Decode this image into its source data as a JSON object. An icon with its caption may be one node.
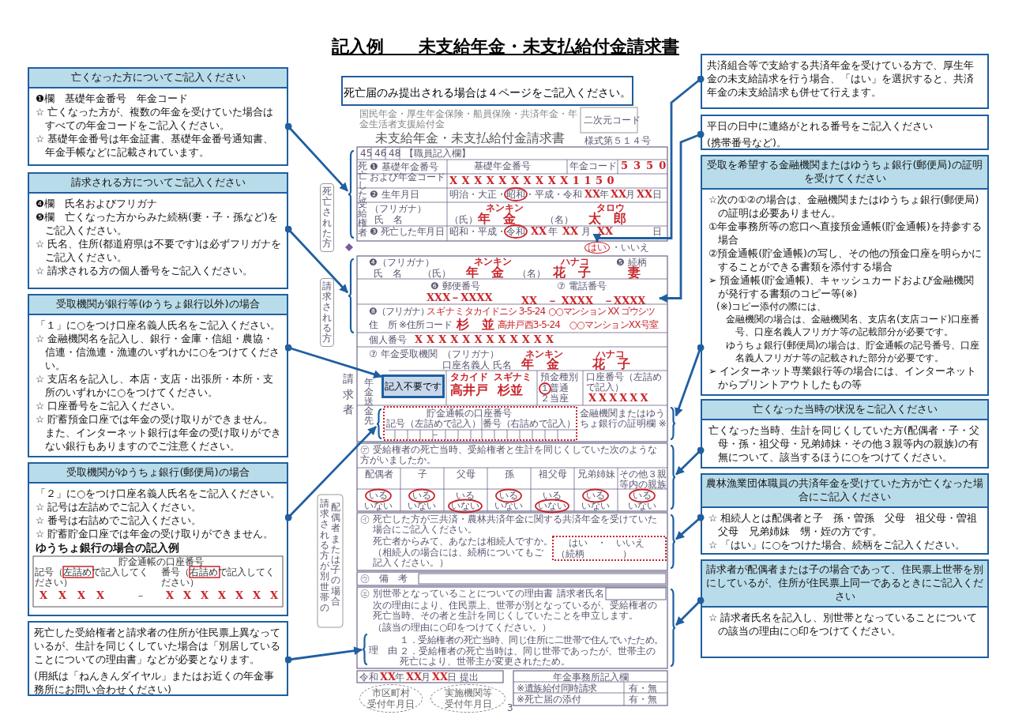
{
  "diagram": {
    "title": "記入例　　未支給年金・未支払給付金請求書",
    "nodes": [
      {
        "text": [
          "亡くなった方についてご記入ください",
          "❶欄　基礎年金番号　年金コード",
          "☆ 亡くなった方が、複数の年金を受けていた場合はすべての年金コードをご記入ください。",
          "☆ 基礎年金番号は年金証書、基礎年金番号通知書、年金手帳などに記載されています。"
        ]
      },
      {
        "text": [
          "請求される方についてご記入ください",
          "❹欄　氏名およびフリガナ",
          "❺欄　亡くなった方からみた続柄(妻・子・孫など)をご記入ください。",
          "☆ 氏名、住所(都道府県は不要です)は必ずフリガナをご記入ください。",
          "☆ 請求される方の個人番号をご記入ください。"
        ]
      },
      {
        "text": [
          "受取機関が銀行等(ゆうちょ銀行以外)の場合",
          "「１」に○をつけ口座名義人氏名をご記入ください。",
          "☆ 金融機関名を記入し、銀行・金庫・信組・農協・信連・信漁連・漁連のいずれかに○をつけてください。",
          "☆ 支店名を記入し、本店・支店・出張所・本所・支所のいずれかに○をつけてください。",
          "☆ 口座番号をご記入ください。",
          "☆ 貯蓄預金口座では年金の受け取りができません。また、インターネット銀行は年金の受け取りができない銀行もありますのでご注意ください。"
        ]
      },
      {
        "text": [
          "受取機関がゆうちょ銀行(郵便局)の場合",
          "「２」に○をつけ口座名義人氏名をご記入ください。",
          "☆ 記号は左詰めでご記入ください。",
          "☆ 番号は右詰めでご記入ください。",
          "☆ 貯蓄貯金口座では年金の受け取りができません。",
          "ゆうちょ銀行の場合の記入例"
        ]
      },
      {
        "text": [
          "死亡した受給権者と請求者の住所が住民票上異なっているが、生計を同じくしていた場合は「別居していることについての理由書」などが必要となります。",
          "(用紙は「ねんきんダイヤル」またはお近くの年金事務所にお問い合わせください)"
        ]
      },
      {
        "text": [
          "死亡届のみ提出される場合は４ページをご記入ください。"
        ]
      },
      {
        "text": [
          "共済組合等で支給する共済年金を受けている方で、厚生年金の未支給請求を行う場合、「はい」を選択すると、共済年金の未支給請求も併せて行えます。"
        ]
      },
      {
        "text": [
          "平日の日中に連絡がとれる番号をご記入ください",
          "(携帯番号など)。"
        ]
      },
      {
        "text": [
          "受取を希望する金融機関またはゆうちょ銀行(郵便局)の証明を受けてください",
          "☆次の①②の場合は、金融機関またはゆうちょ銀行(郵便局)の証明は必要ありません。",
          "①年金事務所等の窓口へ直接預金通帳(貯金通帳)を持参する場合",
          "②預金通帳(貯金通帳)の写し、その他の預金口座を明らかにすることができる書類を添付する場合",
          "➢ 預金通帳(貯金通帳)、キャッシュカードおよび金融機関が発行する書類のコピー等(※)",
          "(※)コピー添付の際には、",
          "金融機関の場合は、金融機関名、支店名(支店コード)口座番号、口座名義人フリガナ等の記載部分が必要です。",
          "ゆうちょ銀行(郵便局)の場合は、貯金通帳の記号番号、口座名義人フリガナ等の記載された部分が必要です。",
          "➢ インターネット専業銀行等の場合には、インターネットからプリントアウトしたもの等"
        ]
      },
      {
        "text": [
          "亡くなった当時の状況をご記入ください",
          "亡くなった当時、生計を同じくしていた方(配偶者・子・父母・孫・祖父母・兄弟姉妹・その他３親等内の親族)の有無について、該当するほうに○をつけてください。"
        ]
      },
      {
        "text": [
          "農林漁業団体職員の共済年金を受けていた方が亡くなった場合にご記入ください",
          "☆ 相続人とは配偶者と子　孫・曽孫　父母　祖父母・曽祖父母　兄弟姉妹　甥・姪の方です。",
          "☆ 「はい」に○をつけた場合、続柄をご記入ください。"
        ]
      },
      {
        "text": [
          "請求者が配偶者または子の場合であって、住民票上世帯を別にしているが、住所が住民票上同一であるときにご記入ください",
          "☆ 請求者氏名を記入し、別世帯となっていることについての該当の理由に○印をつけてください。"
        ]
      },
      {
        "text": [
          "国民年金・厚生年金保険・船員保険・共済年金・年金生活者支援給付金",
          "未支給年金・未支払給付金請求書"
        ]
      },
      {
        "text": [],
        "shape": "bracket",
        "in": 12
      },
      {
        "text": [],
        "shape": "bracket",
        "in": 12
      },
      {
        "text": [
          "記入不要です"
        ],
        "in": 12
      },
      {
        "text": [],
        "shape": "bracket",
        "in": 12
      },
      {
        "text": [],
        "shape": "bracket",
        "in": 12
      },
      {
        "text": [
          "はい"
        ],
        "in": 12
      },
      {
        "text": [
          "XX　－ XXXX　－XXXX"
        ],
        "in": 12
      },
      {
        "text": [],
        "shape": "bracket",
        "in": 12
      },
      {
        "text": [],
        "shape": "bracket",
        "in": 12
      },
      {
        "text": [],
        "shape": "bracket",
        "in": 12
      },
      {
        "text": [],
        "shape": "bracket",
        "in": 12
      },
      {
        "text": [
          "市区町村",
          "受付年月日"
        ],
        "in": 12
      },
      {
        "text": [
          "実施機関等",
          "受付年月日"
        ],
        "in": 12
      }
    ],
    "edges": [
      {
        "from": 0,
        "to": 13,
        "arrow": "to"
      },
      {
        "from": 1,
        "to": 14,
        "arrow": "to"
      },
      {
        "from": 2,
        "to": 15,
        "arrow": "to"
      },
      {
        "from": 3,
        "to": 16,
        "arrow": "to"
      },
      {
        "from": 4,
        "to": 17,
        "arrow": "to"
      },
      {
        "from": 6,
        "to": 18,
        "arrow": "to"
      },
      {
        "from": 7,
        "to": 19,
        "arrow": "to"
      },
      {
        "from": 8,
        "to": 20,
        "arrow": "to"
      },
      {
        "from": 9,
        "to": 21,
        "arrow": "to"
      },
      {
        "from": 10,
        "to": 22,
        "arrow": "to"
      },
      {
        "from": 11,
        "to": 23,
        "arrow": "to"
      }
    ],
    "labels": [
      "様式第５１４号",
      "二次元コード",
      "45",
      "46",
      "48",
      "【職員記入欄】",
      "❶ 基礎年金番号および年金コード",
      "基礎年金番号",
      "年金コード",
      "5350",
      "XXXXXXXXXX1150",
      "❷ 生年月日",
      "明治・大正・昭和・平成・令和",
      "XX",
      "年",
      "XX",
      "月",
      "XX",
      "日",
      "（フリガナ）",
      "氏　名",
      "（氏）",
      "ネンキン",
      "年　金",
      "（名）",
      "タロウ",
      "太　郎",
      "❸ 死亡した年月日",
      "昭和・平成・令和",
      "XX",
      "年",
      "XX",
      "月",
      "XX",
      "日",
      "・いいえ",
      "死亡された方",
      "死亡した受給権者",
      "請求される方",
      "請求者",
      "年金送金先",
      "❹（フリガナ）",
      "氏　名",
      "（氏）",
      "ネンキン",
      "年　金",
      "（名）",
      "ハナコ",
      "花　子",
      "❺ 続柄",
      "妻",
      "❻ 郵便番号",
      "XXX－XXXX",
      "⑦ 電話番号",
      "❽（フリガナ）",
      "スギナミ",
      "タカイドニシ 3-5-24",
      "○○マンション XX ゴウシツ",
      "住　所",
      "杉　並",
      "高井戸西3-5-24　○○マンションXX号室",
      "個人番号",
      "XXXXXXXXXXXX",
      "⑦ 年金受取機関",
      "（フリガナ）",
      "ネンキン",
      "ハナコ",
      "口座名義人 氏名",
      "年　金",
      "花　子",
      "タカイド",
      "高井戸",
      "スギナミ",
      "杉並",
      "預金種別",
      "１普通２当座",
      "口座番号（左詰めで記入）",
      "XXXXXX",
      "貯金通帳の口座番号",
      "記号（左詰めで記入）",
      "番号（右詰めで記入）",
      "－",
      "金融機関またはゆうちょ銀行の証明欄 ※",
      "㋐ 受給権者の死亡当時、受給権者と生計を同じくしていた次のような方がいましたか。",
      "配偶者",
      "子",
      "父母",
      "孫",
      "祖父母",
      "兄弟姉妹",
      "その他３親等内の親族",
      "いる",
      "いない",
      "いる",
      "いない",
      "いる",
      "いない",
      "いる",
      "いない",
      "いる",
      "いない",
      "いる",
      "いない",
      "いる",
      "いない",
      "㋑",
      "死亡した方が三共済・農林共済年金に関する共済年金を受けていた場合にご記入ください。",
      "死亡者からみて、あなたは相続人ですか。",
      "（相続人の場合には、続柄についてもご記入ください。）",
      "はい　・　いいえ",
      "（続柄　　　　）",
      "㋒　備　考",
      "㋓",
      "別世帯となっていることについての理由書",
      "請求者氏名",
      "次の理由により、住民票上、世帯が別となっているが、受給権者の死亡当時、その者と生計を同じくしていたことを申立します。",
      "（該当の理由に○印をつけてください。）",
      "理　由",
      "１．受給権者の死亡当時、同じ住所に二世帯で住んでいたため。",
      "２．受給権者の死亡当時は、同じ世帯であったが、世帯主の死亡により、世帯主が変更されたため。",
      "令和",
      "XX",
      "年",
      "XX",
      "月",
      "XX",
      "日",
      "提出",
      "年金事務所記入欄",
      "※遺族給付同時請求",
      "有・無",
      "※死亡届の添付",
      "有・無",
      "3",
      "請求される方が、別世帯の",
      "配偶者または子の場合",
      "貯金通帳の口座番号",
      "記号（左詰めで記入してください）",
      "番号（右詰めで記入してください）",
      "X",
      "X",
      "X",
      "X",
      "－",
      "X",
      "X",
      "X",
      "X",
      "X",
      "X",
      "X",
      "※住所コード"
    ]
  }
}
